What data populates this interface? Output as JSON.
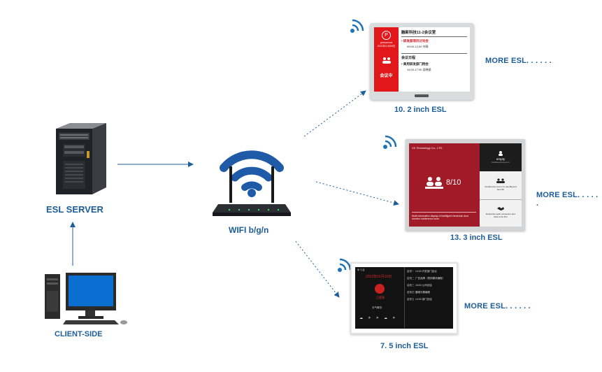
{
  "server": {
    "label": "ESL SERVER"
  },
  "client": {
    "label": "CLIENT-SIDE"
  },
  "router": {
    "label": "WIFI  b/g/n"
  },
  "esl_102": {
    "size_label": "10. 2  inch ESL",
    "more_label": "MORE ESL. . . . . .",
    "brand": "pickomart",
    "date": "2021年11月09日",
    "status": "会议中",
    "room_title": "融新科技11-2会议室",
    "meeting1": "研发部项目讨论会",
    "time1": "09:00-12:00 刘瑶",
    "schedule_title": "会议日程",
    "meeting2": "商用研发部门例会",
    "time2": "14:00-17:00 吴晓斌"
  },
  "esl_133": {
    "size_label": "13. 3  inch ESL",
    "more_label": "MORE ESL. . . . . .",
    "company": "XX Technology Co., LTD",
    "count": "8/10",
    "description": "Multi information display of intelligent electronic door number conference room",
    "panel1_status": "empty",
    "panel1_sub": "Conference room 1",
    "panel2_text": "Conference room 2 in use Beyond floor 6F",
    "panel3_text": "Enterprise spirit, persevere and dare to be first"
  },
  "esl_75": {
    "size_label": "7. 5  inch ESL",
    "more_label": "MORE ESL. . . . . .",
    "top_label": "学 习 区",
    "date": "2022年01月10日",
    "status": "已签到",
    "weather_label": "天气情况",
    "rows": [
      {
        "k": "星期一",
        "v": "14:00 开发部门会议"
      },
      {
        "k": "星期二",
        "v": "广告品牌（规则模块编程）"
      },
      {
        "k": "星期三",
        "v": "15:00 公司总结"
      },
      {
        "k": "星期四",
        "v": "晨曦天籁编程"
      },
      {
        "k": "星期五",
        "v": "14:00 部门总结"
      }
    ]
  },
  "colors": {
    "arrow": "#1e5e9c",
    "label_blue": "#1c5c97",
    "wifi_blue": "#1f5aa8",
    "esl_red": "#e2171a",
    "dark_red": "#a11a27"
  }
}
